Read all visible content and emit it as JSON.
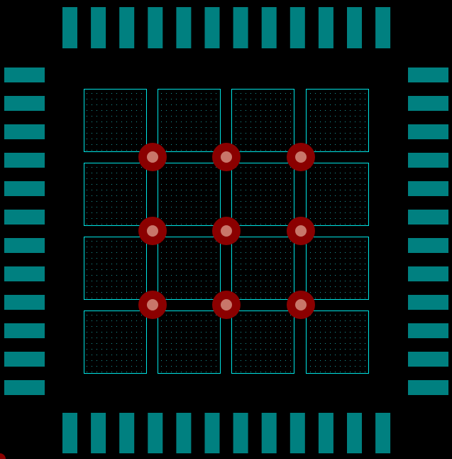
{
  "footprint": {
    "pads_per_side": 12,
    "thermal_pad_grid": [
      4,
      4
    ],
    "via_grid": [
      3,
      3
    ]
  },
  "colors": {
    "background": "#000000",
    "pad": "#008080",
    "paste_outline": "#00e5e5",
    "paste_dots": "#1a9a9a",
    "via_ring": "#8b0000",
    "via_hole": "#c8766a"
  }
}
